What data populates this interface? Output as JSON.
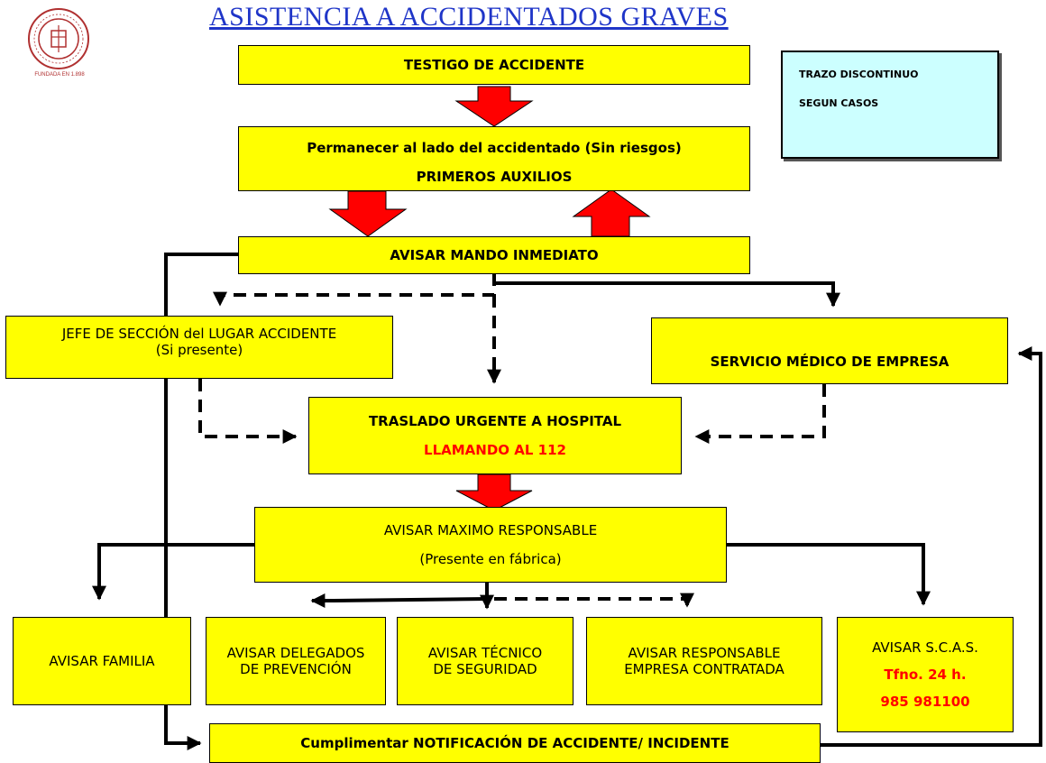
{
  "title": "ASISTENCIA A ACCIDENTADOS GRAVES",
  "logo": {
    "caption": "FUNDADA EN 1.898"
  },
  "legend": {
    "line1": "TRAZO DISCONTINUO",
    "line2": "SEGUN CASOS"
  },
  "boxes": {
    "testigo": {
      "text": "TESTIGO DE ACCIDENTE"
    },
    "permanecer": {
      "line1": "Permanecer al lado del accidentado (Sin riesgos)",
      "line2": "PRIMEROS AUXILIOS"
    },
    "avisar_mando": {
      "text": "AVISAR MANDO INMEDIATO"
    },
    "jefe_seccion": {
      "line1": "JEFE DE SECCIÓN del LUGAR ACCIDENTE",
      "line2": "(Si presente)"
    },
    "servicio_medico": {
      "text": "SERVICIO MÉDICO DE EMPRESA"
    },
    "traslado": {
      "line1": "TRASLADO URGENTE A HOSPITAL",
      "line2": "LLAMANDO AL 112"
    },
    "maximo_responsable": {
      "line1": "AVISAR MAXIMO RESPONSABLE",
      "line2": "(Presente en fábrica)"
    },
    "familia": {
      "text": "AVISAR FAMILIA"
    },
    "delegados": {
      "text": "AVISAR DELEGADOS DE PREVENCIÓN"
    },
    "tecnico": {
      "text": "AVISAR TÉCNICO DE SEGURIDAD"
    },
    "contratada": {
      "text": "AVISAR RESPONSABLE EMPRESA CONTRATADA"
    },
    "scas": {
      "line1": "AVISAR S.C.A.S.",
      "line2": "Tfno. 24 h.",
      "line3": "985 981100"
    },
    "notificacion": {
      "text": "Cumplimentar NOTIFICACIÓN DE ACCIDENTE/ INCIDENTE"
    }
  },
  "colors": {
    "box_fill": "#ffff00",
    "red_arrow": "#ff0000",
    "legend_fill": "#ccffff",
    "title": "#1f35c8"
  }
}
